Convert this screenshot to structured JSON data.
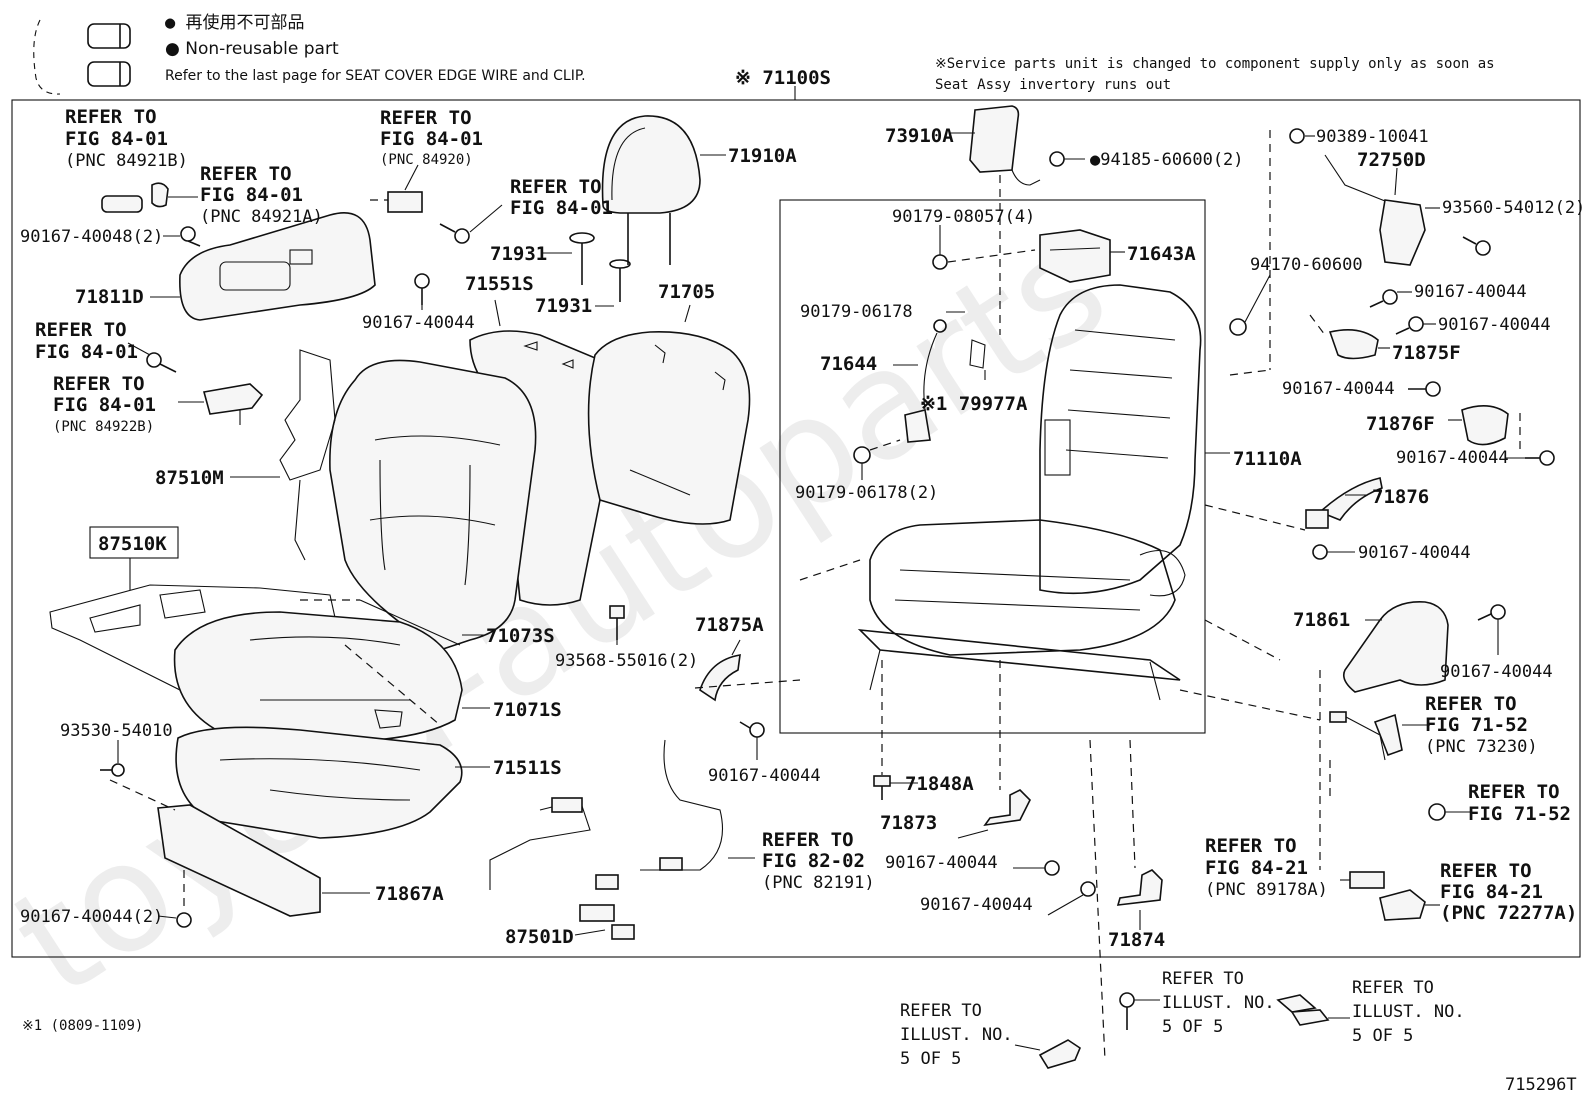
{
  "legend": {
    "jp_line": "● 再使用不可部品",
    "en_line": "● Non-reusable part",
    "refer_line": "Refer to the last page for SEAT COVER EDGE WIRE and CLIP."
  },
  "service_note": {
    "line1": "※Service parts unit is changed to component supply only as soon as",
    "line2": "Seat Assy invertory runs out"
  },
  "assembly_label": "※ 71100S",
  "highlighted_part": "87510K",
  "footnote": "※1 (0809-1109)",
  "diagram_id": "715296T",
  "watermark": "toyota-autoparts",
  "labels": {
    "l71910A": "71910A",
    "l73910A": "73910A",
    "l94185": "●94185-60600(2)",
    "l90389": "90389-10041",
    "l72750D": "72750D",
    "l93560": "93560-54012(2)",
    "l90179a": "90179-08057(4)",
    "l71643A": "71643A",
    "l94170": "94170-60600",
    "l90167r1": "90167-40044",
    "l90167r2": "90167-40044",
    "l71875F": "71875F",
    "l90167r3": "90167-40044",
    "l71876F": "71876F",
    "l90167r4": "90167-40044",
    "l71110A": "71110A",
    "l71876": "71876",
    "l90167r5": "90167-40044",
    "l71861": "71861",
    "l90167r6": "90167-40044",
    "l90179b": "90179-06178",
    "l71644": "71644",
    "l79977A": "※1 79977A",
    "l90179c": "90179-06178(2)",
    "l71931a": "71931",
    "l71931b": "71931",
    "l71551S": "71551S",
    "l71705": "71705",
    "l71811D": "71811D",
    "l90167a": "90167-40048(2)",
    "l90167b": "90167-40044",
    "l87510M": "87510M",
    "l71073S": "71073S",
    "l93568": "93568-55016(2)",
    "l71071S": "71071S",
    "l71511S": "71511S",
    "l93530": "93530-54010",
    "l71867A": "71867A",
    "l90167c": "90167-40044(2)",
    "l87501D": "87501D",
    "l71875A": "71875A",
    "l90167d": "90167-40044",
    "l71848A": "71848A",
    "l71873": "71873",
    "l90167e": "90167-40044",
    "l90167f": "90167-40044",
    "l71874": "71874"
  },
  "refers": {
    "r1": [
      "REFER TO",
      "FIG 84-01",
      "(PNC 84921B)"
    ],
    "r2": [
      "REFER TO",
      "FIG 84-01",
      "(PNC 84921A)"
    ],
    "r3": [
      "REFER TO",
      "FIG 84-01",
      "(PNC 84920)"
    ],
    "r4": [
      "REFER TO",
      "FIG 84-01"
    ],
    "r5": [
      "REFER TO",
      "FIG 84-01"
    ],
    "r6": [
      "REFER TO",
      "FIG 84-01",
      "(PNC 84922B)"
    ],
    "r7": [
      "REFER TO",
      "FIG 82-02",
      "(PNC 82191)"
    ],
    "r8": [
      "REFER TO",
      "FIG 71-52",
      "(PNC 73230)"
    ],
    "r9": [
      "REFER TO",
      "FIG 71-52"
    ],
    "r10": [
      "REFER TO",
      "FIG 84-21",
      "(PNC 89178A)"
    ],
    "r11": [
      "REFER TO",
      "FIG 84-21",
      "(PNC 72277A)"
    ],
    "r12": [
      "REFER TO",
      "ILLUST. NO.",
      "5 OF 5"
    ],
    "r13": [
      "REFER TO",
      "ILLUST. NO.",
      "5 OF 5"
    ],
    "r14": [
      "REFER TO",
      "ILLUST. NO.",
      "5 OF 5"
    ]
  }
}
